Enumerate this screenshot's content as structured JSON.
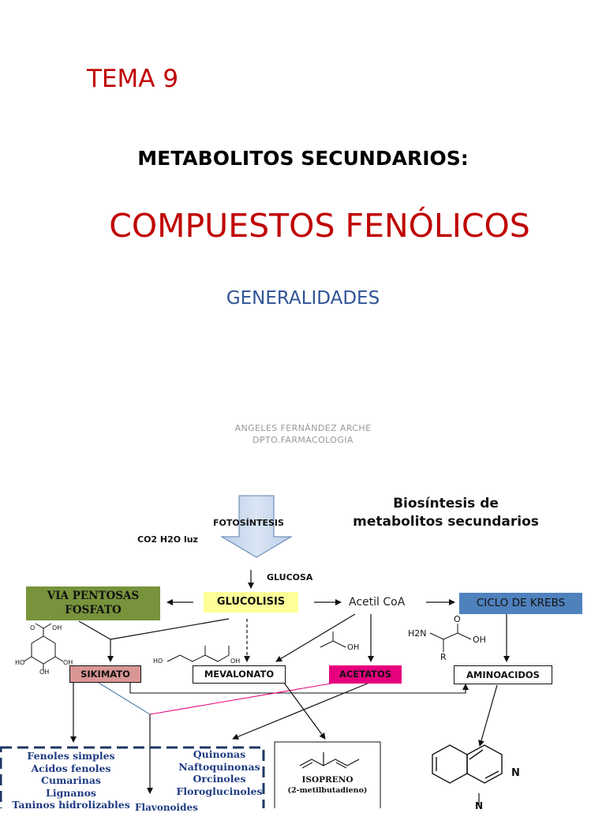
{
  "title": {
    "tema": "TEMA 9",
    "subtitle": "METABOLITOS SECUNDARIOS:",
    "main": "COMPUESTOS FENÓLICOS",
    "section": "GENERALIDADES"
  },
  "author": {
    "name": "ANGELES FERNÁNDEZ ARCHE",
    "dept": "DPTO.FARMACOLOGIA"
  },
  "diagram": {
    "title_line1": "Biosíntesis de",
    "title_line2": "metabolitos secundarios",
    "fotosintesis": "FOTOSÍNTESIS",
    "inputs": "CO2  H2O  luz",
    "glucosa": "GLUCOSA",
    "via_pentosas_line1": "VIA PENTOSAS",
    "via_pentosas_line2": "FOSFATO",
    "glucolisis": "GLUCOLISIS",
    "acetil_coa": "Acetil CoA",
    "ciclo_krebs": "CICLO DE KREBS",
    "sikimato": "SIKIMATO",
    "mevalonato": "MEVALONATO",
    "acetatos": "ACETATOS",
    "aminoacidos": "AMINOACIDOS",
    "isopreno": "ISOPRENO",
    "isopreno_sub": "(2-metilbutadieno)",
    "list_left": [
      "Fenoles simples",
      "Acidos fenoles",
      "Cumarinas",
      "Lignanos",
      "Taninos hidrolizables"
    ],
    "list_mid": [
      "Quinonas",
      "Naftoquinonas",
      "Orcinoles",
      "Floroglucinoles"
    ],
    "flavonoides": "Flavonoides",
    "mol_labels": {
      "oh": "OH",
      "h2n": "H2N",
      "r": "R",
      "n": "N",
      "ho": "HO",
      "o": "O"
    },
    "colors": {
      "via_pentosas": "#77933c",
      "glucolisis": "#ffff99",
      "ciclo_krebs": "#4f81bd",
      "sikimato": "#d99694",
      "acetatos": "#e6007e",
      "list_border": "#1f3864",
      "title_red": "#c00000",
      "section_blue": "#2f5496"
    }
  }
}
